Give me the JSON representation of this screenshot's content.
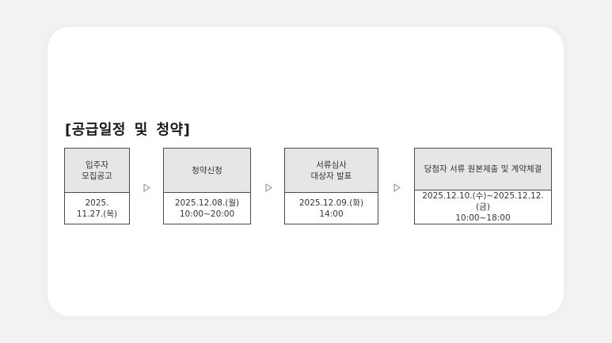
{
  "section": {
    "title": "[공급일정  및  청약]"
  },
  "steps": [
    {
      "header": "입주자\n모집공고",
      "detail": "2025.\n11.27.(목)"
    },
    {
      "header": "청약신청",
      "detail": "2025.12.08.(월)\n10:00~20:00"
    },
    {
      "header": "서류심사\n대상자 발표",
      "detail": "2025.12.09.(화)\n14:00"
    },
    {
      "header": "당첨자 서류 원본제출 및 계약체결",
      "detail": "2025.12.10.(수)~2025.12.12.(금)\n10:00~18:00"
    }
  ],
  "icons": {
    "step_arrow": "triangle-right-outline"
  },
  "colors": {
    "page_background": "#f3f2f1",
    "card_background": "#ffffff",
    "header_cell": "#e6e6e6",
    "border": "#4a4a4a",
    "text": "#333333",
    "arrow": "#8a8a8a"
  }
}
